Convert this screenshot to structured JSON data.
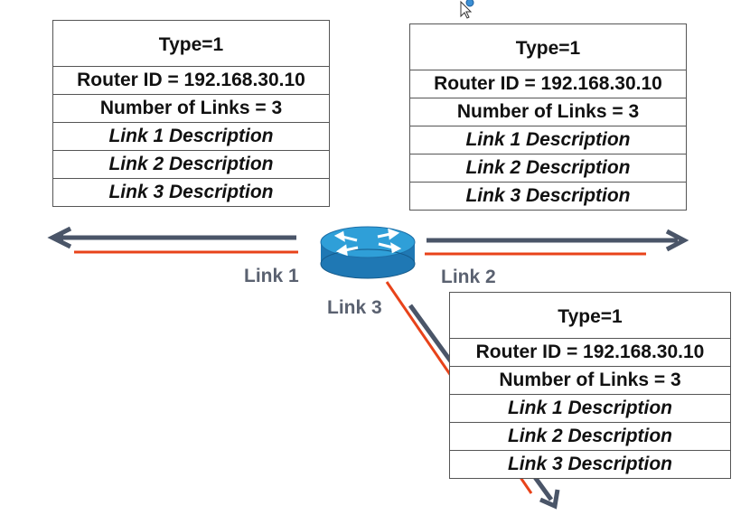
{
  "lsa_boxes": [
    {
      "type": "Type=1",
      "router_id": "Router ID = 192.168.30.10",
      "num_links": "Number of Links = 3",
      "descriptions": [
        "Link 1 Description",
        "Link 2 Description",
        "Link 3 Description"
      ]
    },
    {
      "type": "Type=1",
      "router_id": "Router ID = 192.168.30.10",
      "num_links": "Number of Links = 3",
      "descriptions": [
        "Link 1 Description",
        "Link 2 Description",
        "Link 3 Description"
      ]
    },
    {
      "type": "Type=1",
      "router_id": "Router ID = 192.168.30.10",
      "num_links": "Number of Links = 3",
      "descriptions": [
        "Link 1 Description",
        "Link 2 Description",
        "Link 3 Description"
      ]
    }
  ],
  "links": {
    "link1": "Link 1",
    "link2": "Link 2",
    "link3": "Link 3"
  },
  "colors": {
    "link_line": "#e8431a",
    "arrow": "#4a5568",
    "router_top": "#2f9fd8",
    "router_side": "#1f78b4"
  },
  "icons": [
    "router-icon",
    "cursor-icon"
  ]
}
